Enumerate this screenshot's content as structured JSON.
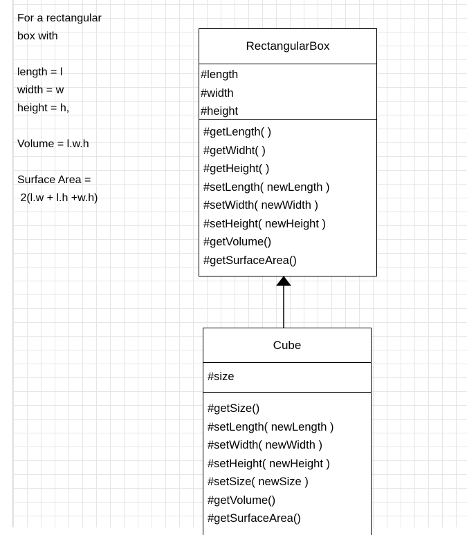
{
  "notes": {
    "intro_line1": "For a rectangular",
    "intro_line2": "box with",
    "length": "length = l",
    "width": "width = w",
    "height": "height = h,",
    "volume": "Volume = l.w.h",
    "surface_label": "Surface Area =",
    "surface_formula": " 2(l.w + l.h +w.h)"
  },
  "classes": {
    "rectangular_box": {
      "name": "RectangularBox",
      "attributes": [
        "#length",
        "#width",
        "#height"
      ],
      "methods": [
        "#getLength( )",
        "#getWidht( )",
        "#getHeight( )",
        "#setLength( newLength )",
        "#setWidth( newWidth )",
        "#setHeight( newHeight )",
        "#getVolume()",
        "#getSurfaceArea()"
      ]
    },
    "cube": {
      "name": "Cube",
      "attributes": [
        "#size"
      ],
      "methods": [
        "#getSize()",
        "#setLength( newLength )",
        "#setWidth( newWidth )",
        "#setHeight( newHeight )",
        "#setSize( newSize )",
        "#getVolume()",
        "#getSurfaceArea()"
      ]
    }
  },
  "relationship": {
    "type": "inheritance"
  }
}
